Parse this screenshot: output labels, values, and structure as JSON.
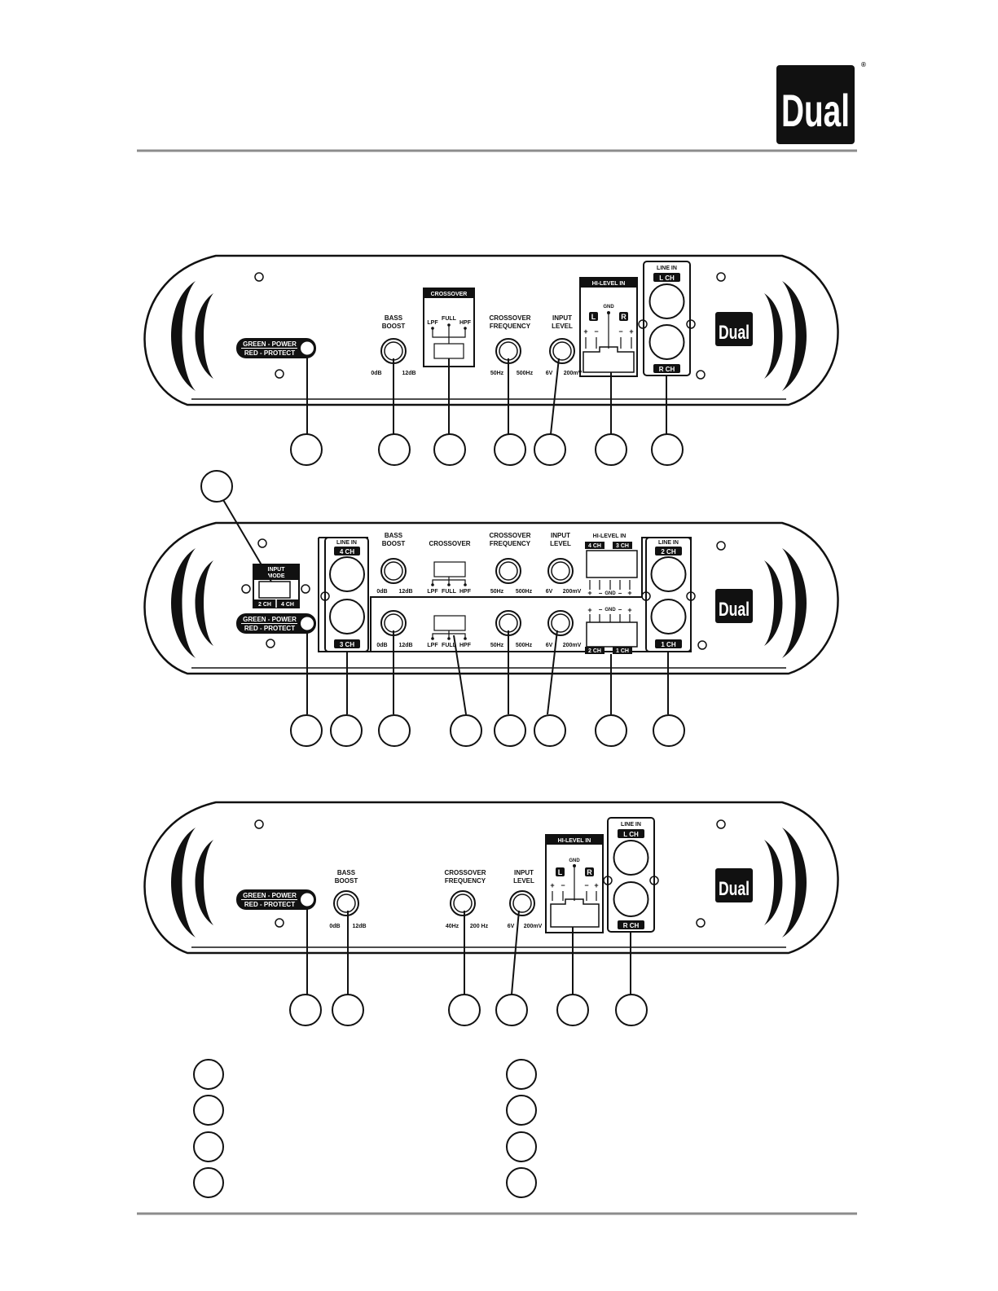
{
  "brand": {
    "logo": "Dual",
    "registered": "®"
  },
  "colors": {
    "ink": "#111111",
    "rule": "#8c8c8c",
    "paper": "#ffffff"
  },
  "panel1": {
    "power_led": {
      "line1": "GREEN - POWER",
      "line2": "RED - PROTECT"
    },
    "bass_boost": {
      "title1": "BASS",
      "title2": "BOOST",
      "min": "0dB",
      "max": "12dB"
    },
    "crossover": {
      "title": "CROSSOVER",
      "lpf": "LPF",
      "full": "FULL",
      "hpf": "HPF"
    },
    "crossover_freq": {
      "title1": "CROSSOVER",
      "title2": "FREQUENCY",
      "min": "50Hz",
      "max": "500Hz"
    },
    "input_level": {
      "title1": "INPUT",
      "title2": "LEVEL",
      "min": "6V",
      "max": "200mV"
    },
    "hi_level_in": {
      "title": "HI-LEVEL IN",
      "gnd": "GND",
      "left": "L",
      "right": "R",
      "plus": "+",
      "minus": "−"
    },
    "line_in": {
      "title": "LINE IN",
      "top": "L CH",
      "bottom": "R CH"
    },
    "logo": "Dual"
  },
  "panel2": {
    "input_mode": {
      "title1": "INPUT",
      "title2": "MODE",
      "left": "2 CH",
      "right": "4 CH"
    },
    "power_led": {
      "line1": "GREEN - POWER",
      "line2": "RED - PROTECT"
    },
    "line_in_left": {
      "title": "LINE IN",
      "top": "4 CH",
      "bottom": "3 CH"
    },
    "bass_boost": {
      "title1": "BASS",
      "title2": "BOOST",
      "min": "0dB",
      "max": "12dB"
    },
    "crossover": {
      "title": "CROSSOVER",
      "lpf": "LPF",
      "full": "FULL",
      "hpf": "HPF"
    },
    "crossover_freq": {
      "title1": "CROSSOVER",
      "title2": "FREQUENCY",
      "min": "50Hz",
      "max": "500Hz"
    },
    "input_level": {
      "title1": "INPUT",
      "title2": "LEVEL",
      "min": "6V",
      "max": "200mV"
    },
    "hi_level_in": {
      "title": "HI-LEVEL IN",
      "top_left": "4 CH",
      "top_right": "3 CH",
      "bottom_left": "2 CH",
      "bottom_right": "1 CH",
      "gnd": "GND",
      "plus": "+",
      "minus": "−"
    },
    "line_in_right": {
      "title": "LINE IN",
      "top": "2 CH",
      "bottom": "1 CH"
    },
    "logo": "Dual"
  },
  "panel3": {
    "power_led": {
      "line1": "GREEN - POWER",
      "line2": "RED - PROTECT"
    },
    "bass_boost": {
      "title1": "BASS",
      "title2": "BOOST",
      "min": "0dB",
      "max": "12dB"
    },
    "crossover_freq": {
      "title1": "CROSSOVER",
      "title2": "FREQUENCY",
      "min": "40Hz",
      "max": "200 Hz"
    },
    "input_level": {
      "title1": "INPUT",
      "title2": "LEVEL",
      "min": "6V",
      "max": "200mV"
    },
    "hi_level_in": {
      "title": "HI-LEVEL IN",
      "gnd": "GND",
      "left": "L",
      "right": "R",
      "plus": "+",
      "minus": "−"
    },
    "line_in": {
      "title": "LINE IN",
      "top": "L CH",
      "bottom": "R CH"
    },
    "logo": "Dual"
  }
}
